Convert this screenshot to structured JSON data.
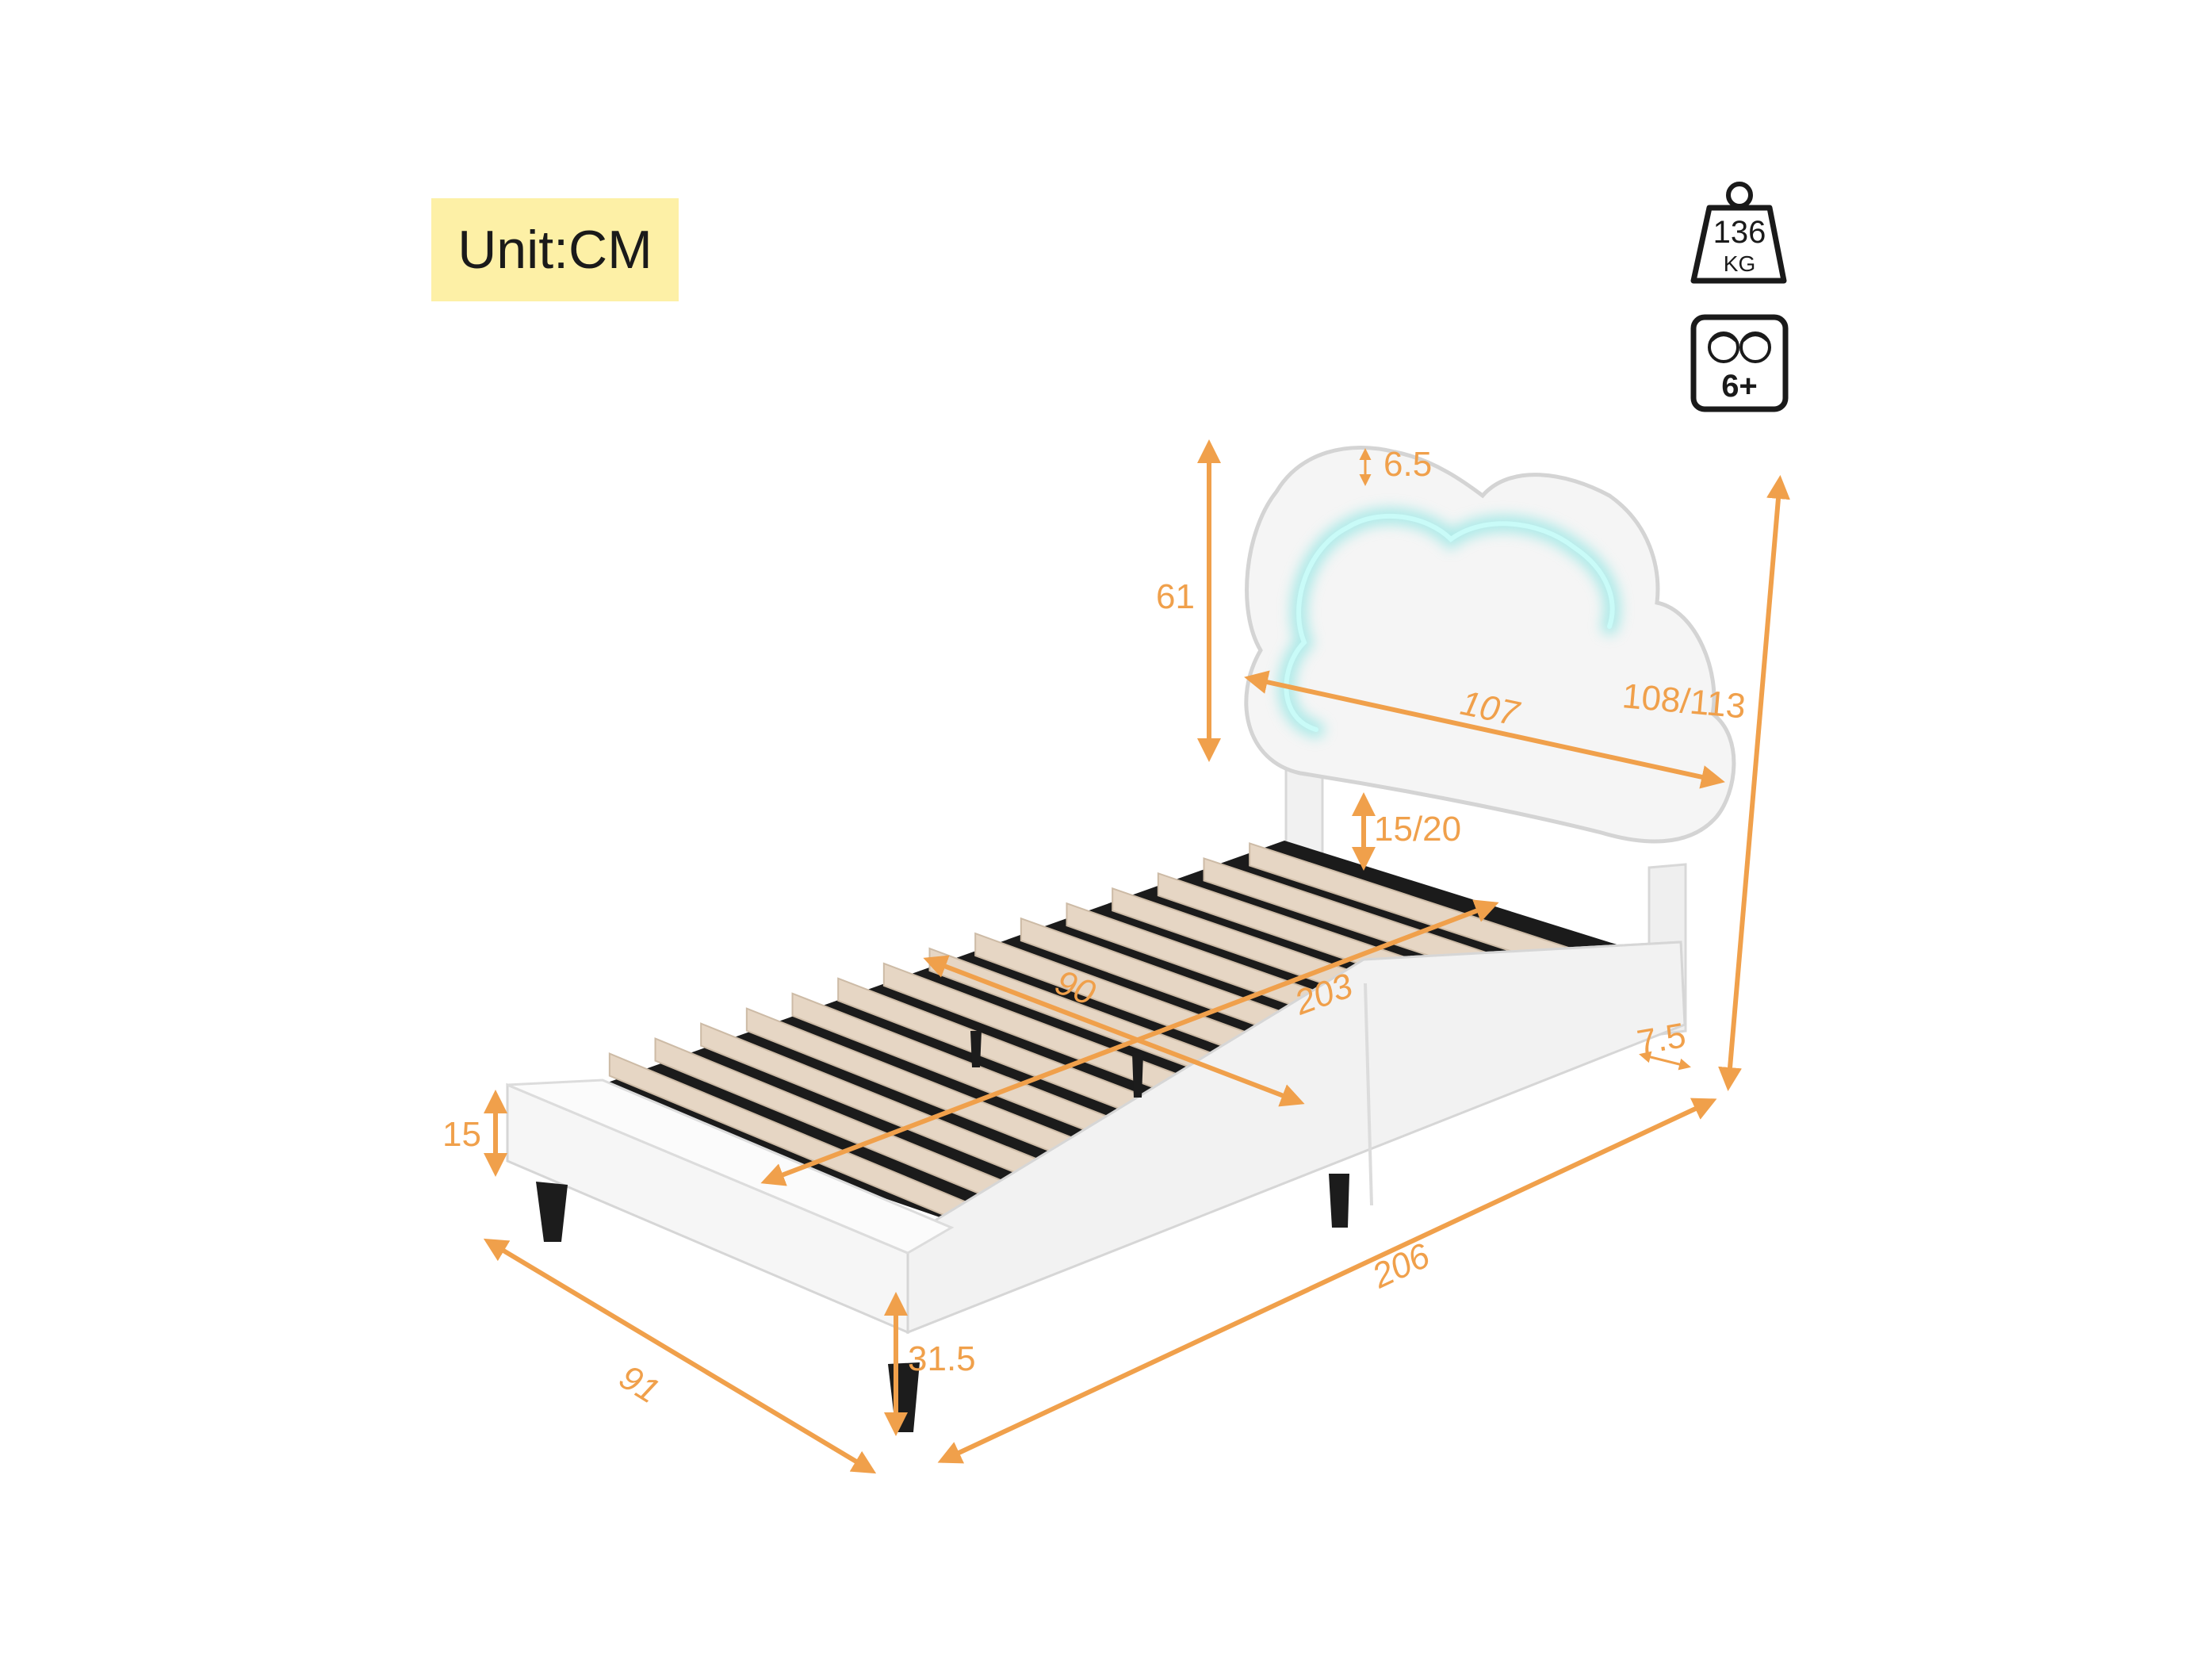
{
  "unit_label": "Unit:CM",
  "icons": {
    "weight": {
      "icon": "weight-icon",
      "value": "136",
      "unit": "KG"
    },
    "age": {
      "icon": "children-age-icon",
      "label": "6+"
    }
  },
  "dimensions": {
    "headboard_top_thickness": "6.5",
    "headboard_height": "61",
    "headboard_width": "107",
    "total_height": "108/113",
    "headboard_gap": "15/20",
    "inner_width": "90",
    "inner_length": "203",
    "headboard_leg_depth": "7.5",
    "side_rail_height": "15",
    "leg_height": "31.5",
    "overall_width": "91",
    "overall_length": "206"
  },
  "colors": {
    "dimension": "#f0a04b",
    "badge": "#fdf0a6",
    "frame": "#f4f4f4",
    "slat": "#e6d6c4",
    "leg": "#1c1c1c",
    "led": "#7fe3e0"
  }
}
